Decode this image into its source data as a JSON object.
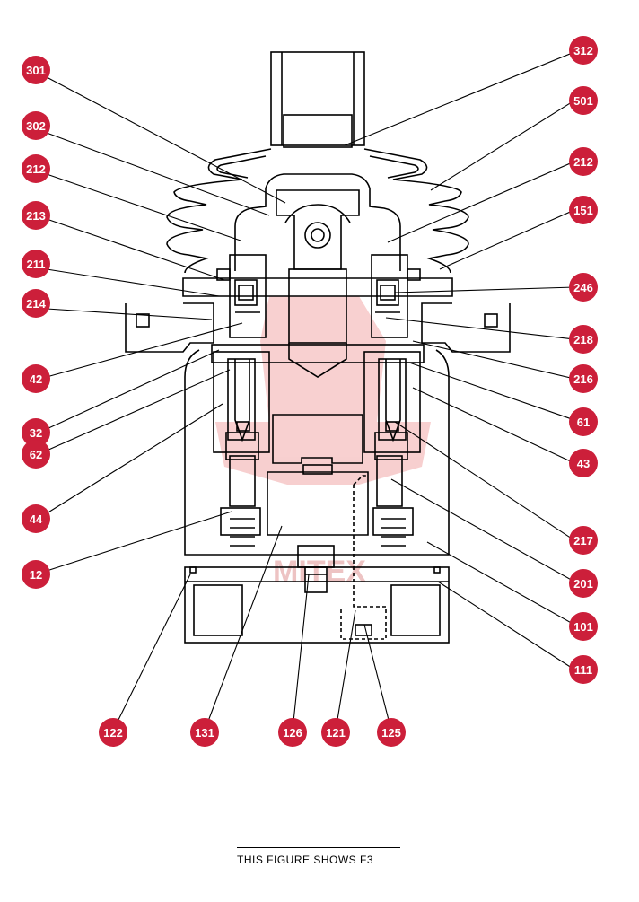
{
  "colors": {
    "badge": "#cc1f3a",
    "badge_text": "#ffffff",
    "line": "#000000",
    "watermark": "#f2a5a5"
  },
  "watermark_text": "MITEX",
  "caption": "THIS FIGURE SHOWS  F3",
  "labels": {
    "l301": "301",
    "l302": "302",
    "l212a": "212",
    "l213": "213",
    "l211": "211",
    "l214": "214",
    "l42": "42",
    "l32": "32",
    "l62": "62",
    "l44": "44",
    "l12": "12",
    "l312": "312",
    "l501": "501",
    "l212b": "212",
    "l151": "151",
    "l246": "246",
    "l218": "218",
    "l216": "216",
    "l61": "61",
    "l43": "43",
    "l217": "217",
    "l201": "201",
    "l101": "101",
    "l111": "111",
    "l122": "122",
    "l131": "131",
    "l126": "126",
    "l121": "121",
    "l125": "125"
  }
}
